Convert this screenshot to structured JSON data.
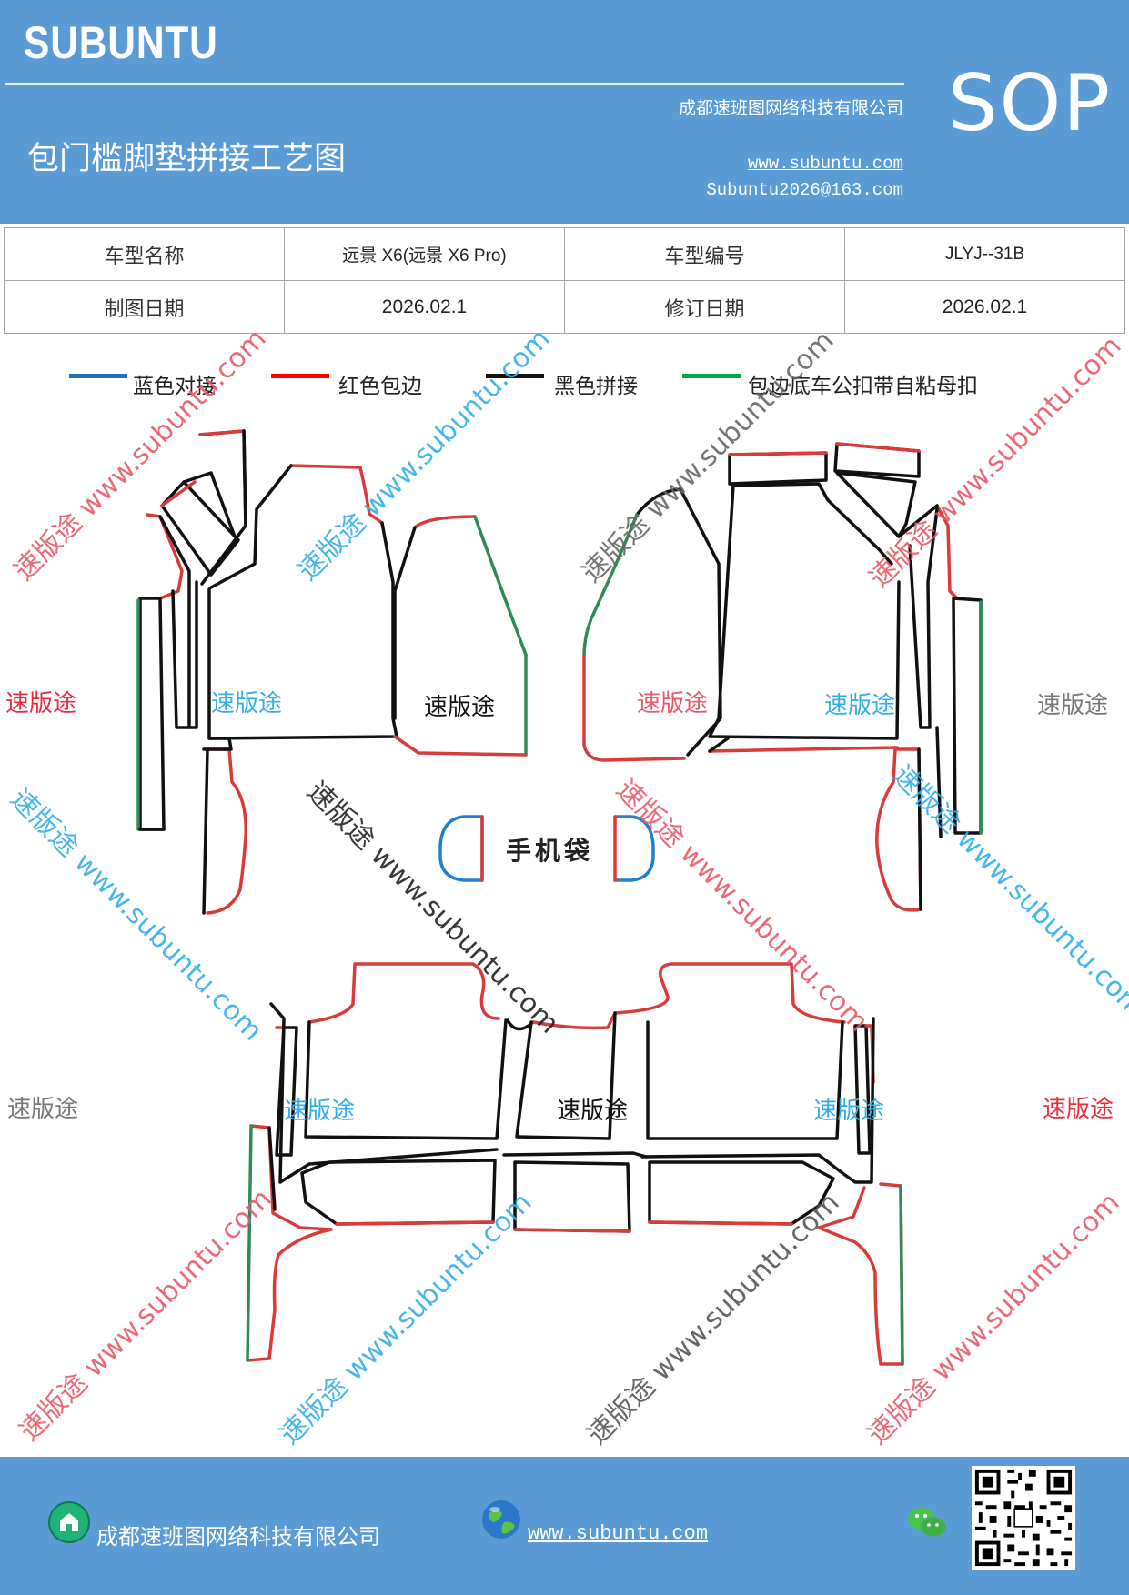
{
  "header": {
    "logo": "SUBUNTU",
    "company": "成都速班图网络科技有限公司",
    "title": "包门槛脚垫拼接工艺图",
    "website": "www.subuntu.com",
    "email": "Subuntu2026@163.com",
    "badge": "SOP"
  },
  "info_table": {
    "rows": [
      [
        "车型名称",
        "远景 X6(远景 X6 Pro)",
        "车型编号",
        "JLYJ--31B"
      ],
      [
        "制图日期",
        "2026.02.1",
        "修订日期",
        "2026.02.1"
      ]
    ]
  },
  "legend": [
    {
      "label": "蓝色对接",
      "color": "#1f6fc0"
    },
    {
      "label": "红色包边",
      "color": "#ff0000"
    },
    {
      "label": "黑色拼接",
      "color": "#111111"
    },
    {
      "label": "包边底车公扣带自粘母扣",
      "color": "#00a550"
    }
  ],
  "diagram": {
    "phone_bag_label": "手机袋",
    "watermark_brand": "速版途",
    "watermark_diagonal": "速版途 www.subuntu.com"
  },
  "footer": {
    "company": "成都速班图网络科技有限公司",
    "website": "www.subuntu.com "
  },
  "colors": {
    "header_bg": "#5b9bd5",
    "border_red": "#d93a3a",
    "border_green": "#2e8b57",
    "border_black": "#111111",
    "border_blue": "#1f7fd0"
  }
}
